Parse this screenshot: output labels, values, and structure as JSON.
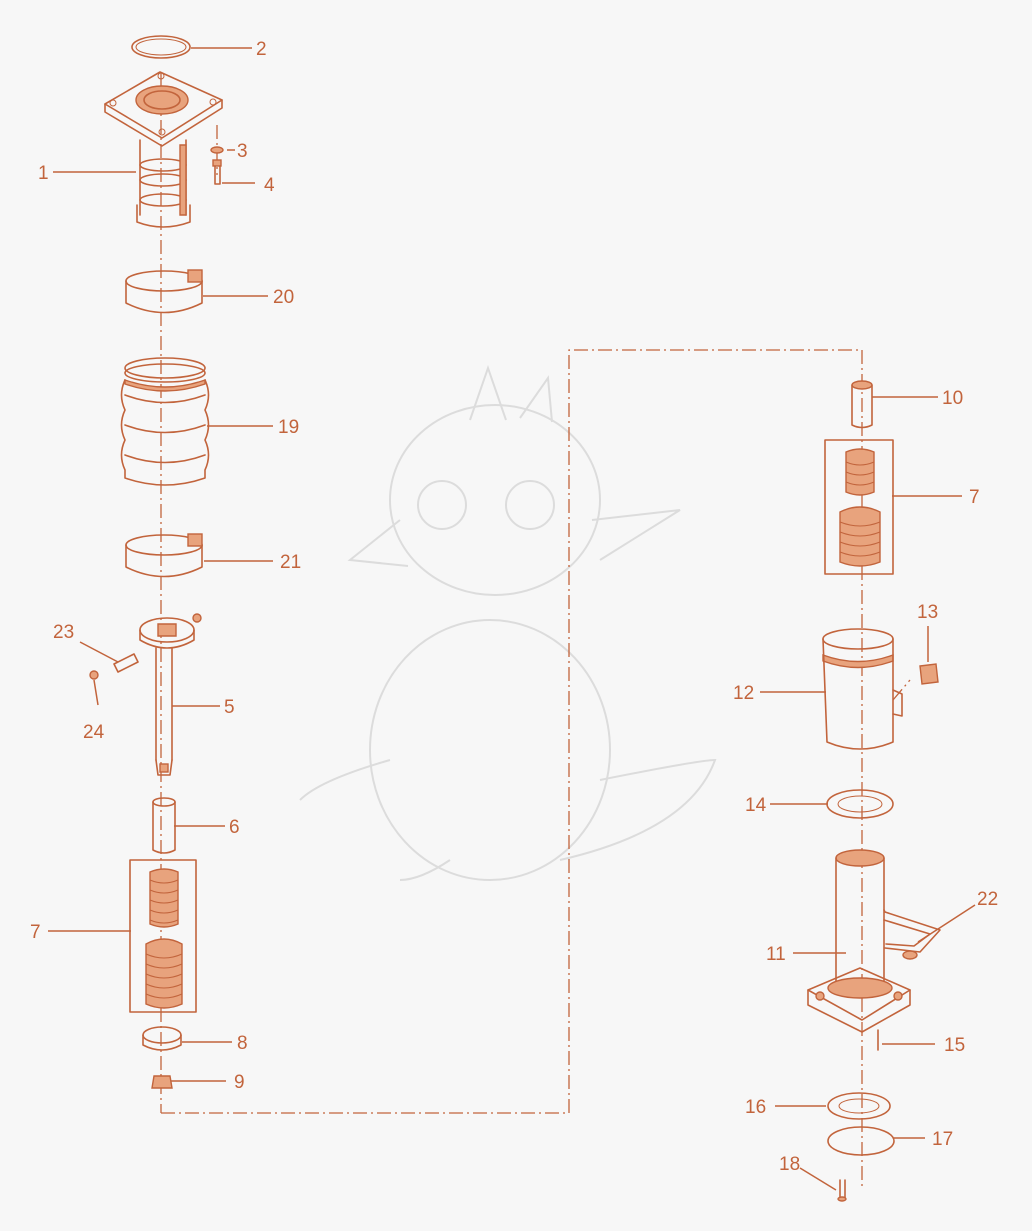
{
  "diagram": {
    "colors": {
      "line": "#c2643c",
      "fill": "#e8a37d",
      "background": "#f7f7f7",
      "watermark": "#dcdcdc"
    },
    "callouts": {
      "c1": "1",
      "c2": "2",
      "c3": "3",
      "c4": "4",
      "c5": "5",
      "c6": "6",
      "c7a": "7",
      "c7b": "7",
      "c8": "8",
      "c9": "9",
      "c10": "10",
      "c11": "11",
      "c12": "12",
      "c13": "13",
      "c14": "14",
      "c15": "15",
      "c16": "16",
      "c17": "17",
      "c18": "18",
      "c19": "19",
      "c20": "20",
      "c21": "21",
      "c22": "22",
      "c23": "23",
      "c24": "24"
    }
  }
}
